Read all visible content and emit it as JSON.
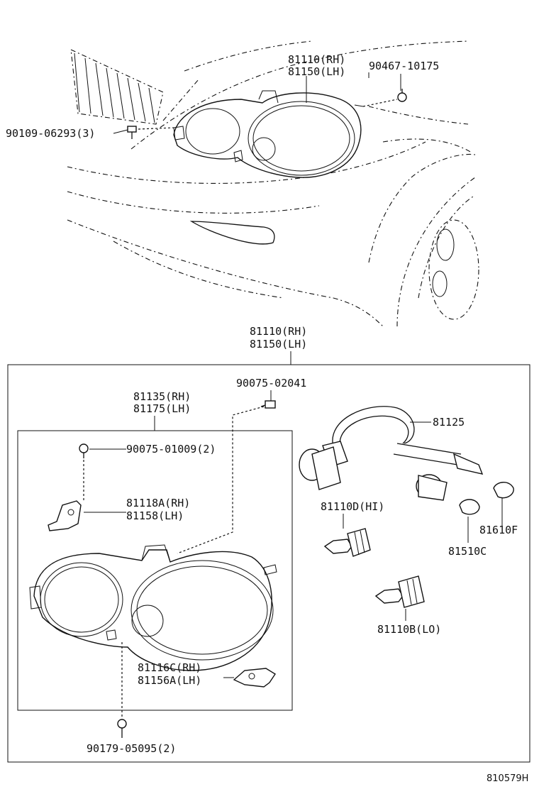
{
  "diagram_id": "810579H",
  "top_view": {
    "headlamp_label_rh": "81110(RH)",
    "headlamp_label_lh": "81150(LH)",
    "screw_top_right": "90467-10175",
    "bolt_left": "90109-06293(3)"
  },
  "assembly": {
    "label_rh": "81110(RH)",
    "label_lh": "81150(LH)"
  },
  "parts": {
    "inner_box_rh": "81135(RH)",
    "inner_box_lh": "81175(LH)",
    "screw_upper": "90075-02041",
    "screw_inner": "90075-01009(2)",
    "bracket_rh": "81118A(RH)",
    "bracket_lh": "81158(LH)",
    "socket_wire": "81125",
    "bulb_hi": "81110D(HI)",
    "bulb_f": "81610F",
    "bulb_c": "81510C",
    "bulb_lo": "81110B(LO)",
    "bracket_lower_rh": "81116C(RH)",
    "bracket_lower_lh": "81156A(LH)",
    "screw_bottom": "90179-05095(2)"
  }
}
